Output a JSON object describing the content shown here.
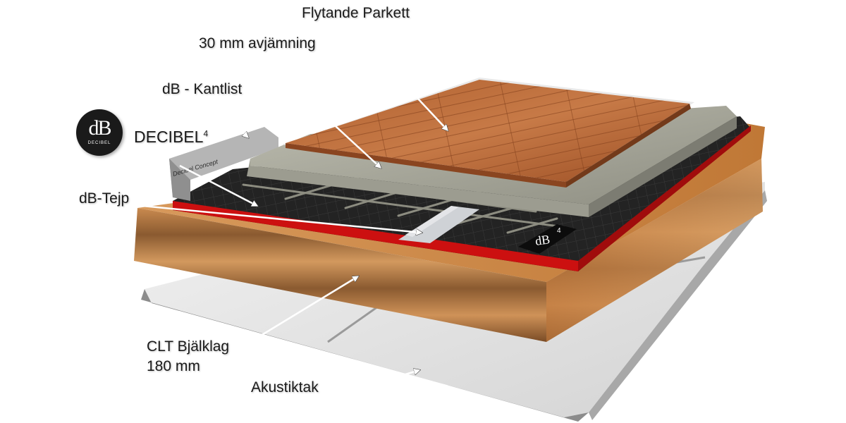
{
  "labels": {
    "flytande_parkett": "Flytande Parkett",
    "avjamning": "30 mm avjämning",
    "kantlist": "dB - Kantlist",
    "decibel_brand": "DECIBEL",
    "decibel_superscript": "4",
    "tejp": "dB-Tejp",
    "clt_line1": "CLT Bjälklag",
    "clt_line2": "180 mm",
    "akustiktak": "Akustiktak"
  },
  "logo": {
    "monogram": "dB",
    "subtext": "DECIBEL"
  },
  "product_marks": {
    "kantlist_print": "Decibel Concept",
    "board_badge": "dB",
    "board_badge_superscript": "4"
  },
  "colors": {
    "parkett": "#b8683a",
    "avjamning": "#a9a99c",
    "membrane": "#1e1e1e",
    "membrane_edge": "#cc1010",
    "clt": "#c98a4f",
    "akustiktak": "#e3e3e3",
    "arrow": "#ffffff"
  }
}
